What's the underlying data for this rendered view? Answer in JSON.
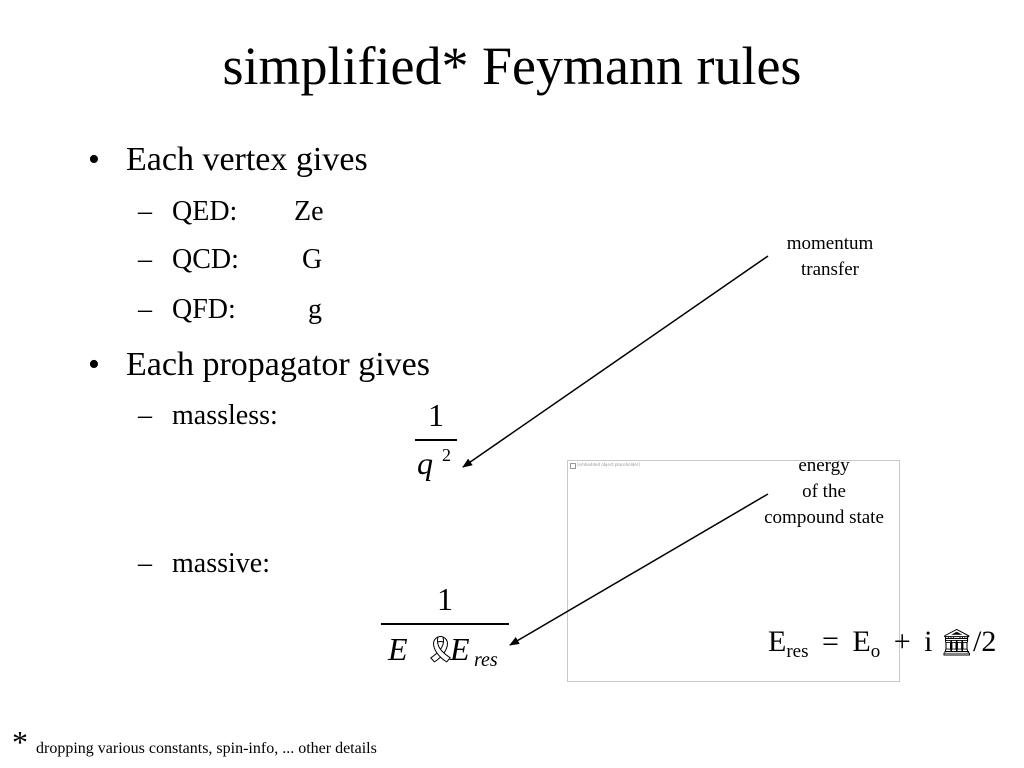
{
  "slide": {
    "title": "simplified* Feymann rules",
    "bullets": [
      {
        "text": "Each vertex gives",
        "subs": [
          {
            "label": "QED:",
            "value": "Ze"
          },
          {
            "label": "QCD:",
            "value": "G"
          },
          {
            "label": "QFD:",
            "value": "g"
          }
        ]
      },
      {
        "text": "Each propagator gives",
        "subs": [
          {
            "label": "massless:"
          },
          {
            "label": "massive:"
          }
        ]
      }
    ],
    "massless_formula": {
      "numerator": "1",
      "denominator": "q",
      "exponent": "2"
    },
    "massive_formula": {
      "numerator": "1",
      "e": "E",
      "minus_glyph": "🎗",
      "e_res": "E",
      "res_subscript": "res"
    },
    "annotations": {
      "momentum_transfer": [
        "momentum",
        "transfer"
      ],
      "compound_energy": [
        "energy",
        "of the",
        "compound state"
      ]
    },
    "resonance_formula": {
      "e": "E",
      "e_sub": "res",
      "eq": "=",
      "e0": "E",
      "e0_sub": "o",
      "plus": "+",
      "i": "i",
      "gamma_glyph": "🏛",
      "div": "/2"
    },
    "footnote": {
      "star": "*",
      "text": "dropping various constants, spin-info, ... other details"
    },
    "embedded_object_caption": "[embedded object placeholder]",
    "colors": {
      "text": "#000000",
      "background": "#ffffff",
      "frame": "#c8c8c8"
    }
  }
}
